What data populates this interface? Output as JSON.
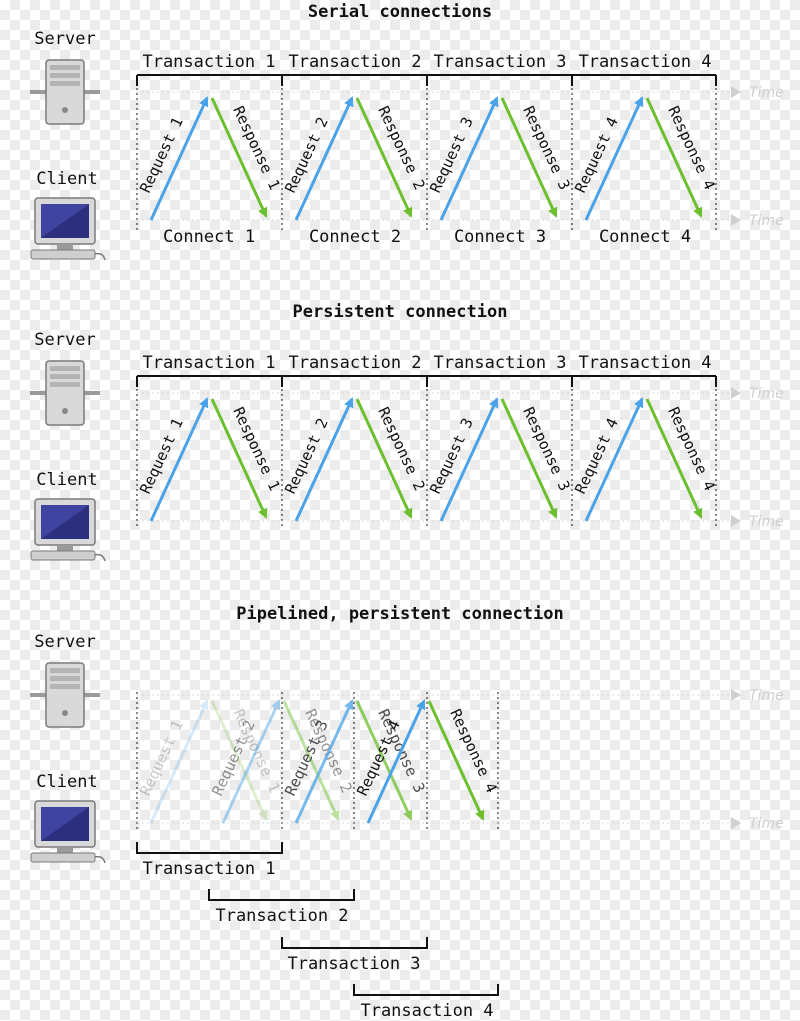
{
  "sections": [
    {
      "title": "Serial connections",
      "server_label": "Server",
      "client_label": "Client",
      "time_label": "Time",
      "transactions": [
        {
          "label": "Transaction 1",
          "request": "Request 1",
          "response": "Response 1",
          "connect": "Connect 1"
        },
        {
          "label": "Transaction 2",
          "request": "Request 2",
          "response": "Response 2",
          "connect": "Connect 2"
        },
        {
          "label": "Transaction 3",
          "request": "Request 3",
          "response": "Response 3",
          "connect": "Connect 3"
        },
        {
          "label": "Transaction 4",
          "request": "Request 4",
          "response": "Response 4",
          "connect": "Connect 4"
        }
      ]
    },
    {
      "title": "Persistent connection",
      "server_label": "Server",
      "client_label": "Client",
      "time_label": "Time",
      "transactions": [
        {
          "label": "Transaction 1",
          "request": "Request 1",
          "response": "Response 1"
        },
        {
          "label": "Transaction 2",
          "request": "Request 2",
          "response": "Response 2"
        },
        {
          "label": "Transaction 3",
          "request": "Request 3",
          "response": "Response 3"
        },
        {
          "label": "Transaction 4",
          "request": "Request 4",
          "response": "Response 4"
        }
      ]
    },
    {
      "title": "Pipelined, persistent connection",
      "server_label": "Server",
      "client_label": "Client",
      "time_label": "Time",
      "transactions": [
        {
          "label": "Transaction 1",
          "request": "Request 1",
          "response": "Response 1"
        },
        {
          "label": "Transaction 2",
          "request": "Request 2",
          "response": "Response 2"
        },
        {
          "label": "Transaction 3",
          "request": "Request 3",
          "response": "Response 3"
        },
        {
          "label": "Transaction 4",
          "request": "Request 4",
          "response": "Response 4"
        }
      ]
    }
  ],
  "colors": {
    "request": "#4aa3e8",
    "response": "#6cbf2e",
    "bracket": "#111111",
    "time": "#cfcfcf"
  }
}
